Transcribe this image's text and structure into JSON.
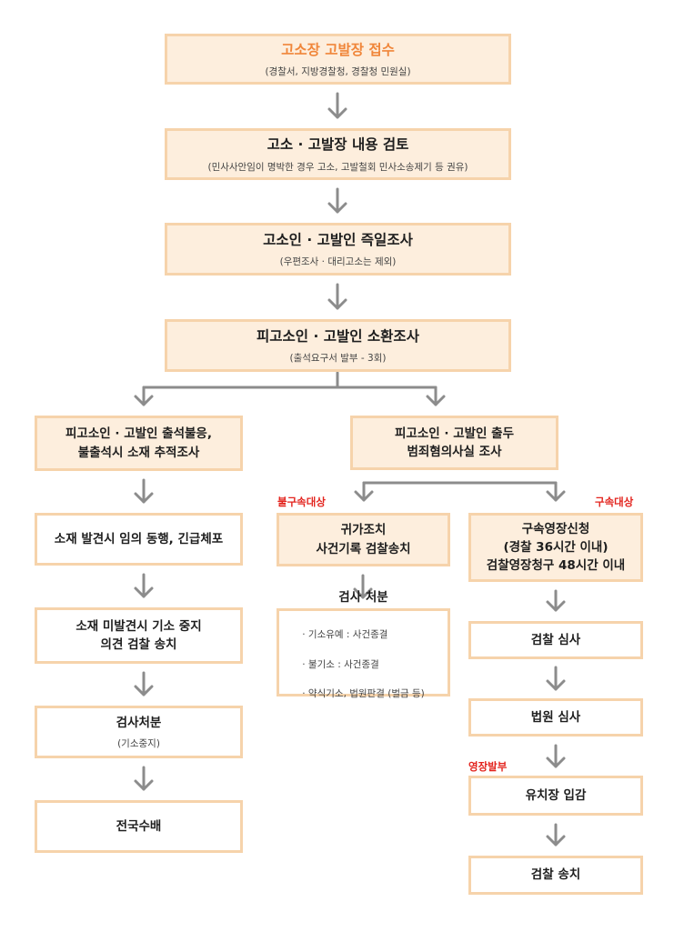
{
  "colors": {
    "border": "#f6d3ab",
    "fill": "#fdeedd",
    "arrow": "#8c8c8c",
    "accent": "#f0863a",
    "tag": "#e3241e"
  },
  "boxes": {
    "receipt": {
      "title": "고소장 고발장 접수",
      "sub": "(경찰서, 지방경찰청, 경찰청 민원실)"
    },
    "review": {
      "title": "고소 · 고발장 내용 검토",
      "sub": "(민사사안임이 명박한 경우 고소, 고발철회 민사소송제기 등 권유)"
    },
    "same_day": {
      "title": "고소인 · 고발인 즉일조사",
      "sub": "(우편조사 · 대리고소는 제외)"
    },
    "summon_complainant": {
      "title": "피고소인 · 고발인 소환조사",
      "sub": "(출석요구서 발부 - 3회)"
    },
    "absent": {
      "title": "피고소인 · 고발인 출석불응,\n불출석시 소재 추적조사"
    },
    "appear": {
      "title": "피고소인 · 고발인 출두\n범죄혐의사실 조사"
    },
    "found": {
      "title": "소재 발견시 임의 동행, 긴급체포"
    },
    "not_found": {
      "title": "소재 미발견시 기소 중지\n의견 검찰 송치"
    },
    "prosecutor_disposition_left": {
      "title": "검사처분",
      "sub": "(기소중지)"
    },
    "wanted": {
      "title": "전국수배"
    },
    "release": {
      "title": "귀가조치\n사건기록 검찰송치"
    },
    "prosecutor_disposition_mid": {
      "title": "검사 처분",
      "items": [
        "· 기소유예 : 사건종결",
        "· 불기소 :  사건종결",
        "· 약식기소, 법원판결 (벌금 등)"
      ]
    },
    "warrant": {
      "title": "구속영장신청\n(경찰 36시간 이내)\n검찰영장청구 48시간 이내"
    },
    "prosecution_review": {
      "title": "검찰 심사"
    },
    "court_review": {
      "title": "법원 심사"
    },
    "detention": {
      "title": "유치장 입감"
    },
    "transfer": {
      "title": "검찰 송치"
    }
  },
  "tags": {
    "non_detention": "불구속대상",
    "detention": "구속대상",
    "warrant_issued": "영장발부"
  }
}
